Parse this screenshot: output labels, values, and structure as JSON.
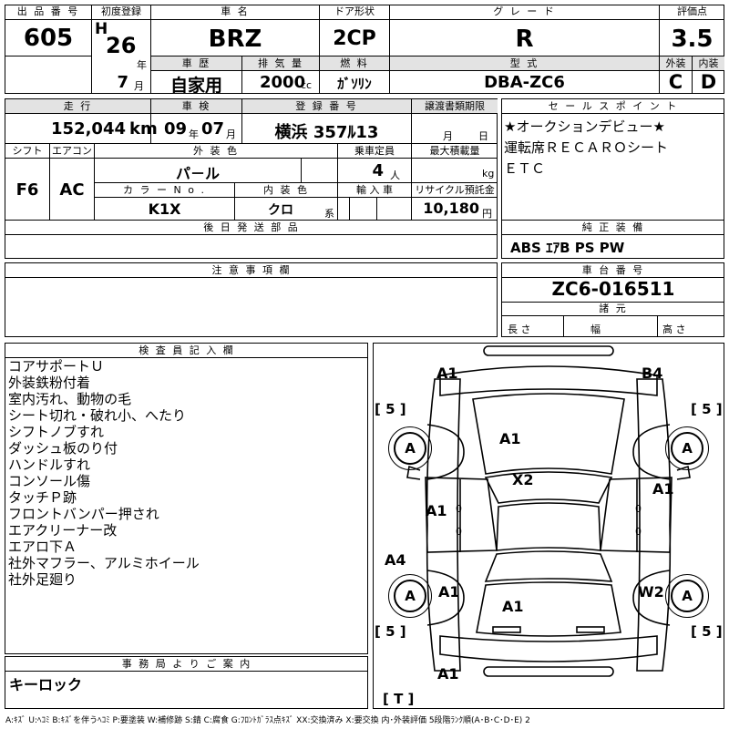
{
  "labels": {
    "lot_no": "出 品 番 号",
    "first_reg": "初度登録",
    "car_name": "車 名",
    "door": "ドア形状",
    "grade": "グ レ ー ド",
    "score": "評価点",
    "history": "車 歴",
    "displacement": "排 気 量",
    "fuel": "燃 料",
    "model_code": "型 式",
    "exterior": "外装",
    "interior": "内装",
    "mileage": "走 行",
    "inspection": "車 検",
    "registration": "登 録 番 号",
    "transfer_deadline": "譲渡書類期限",
    "sales_point": "セ ー ル ス ポ イ ン ト",
    "shift": "シフト",
    "aircon": "エアコン",
    "ext_color": "外 装 色",
    "capacity": "乗車定員",
    "max_load": "最大積載量",
    "color_no": "カ ラ ー N o .",
    "int_color": "内 装 色",
    "import": "輸 入 車",
    "recycle": "リサイクル預託金",
    "later_parts": "後 日 発 送 部 品",
    "genuine": "純 正 装 備",
    "caution": "注 意 事 項 欄",
    "chassis": "車 台 番 号",
    "dimensions": "諸 元",
    "length": "長 さ",
    "width": "幅",
    "height": "高 さ",
    "inspector": "検 査 員 記 入 欄",
    "office": "事 務 局 よ り ご 案 内"
  },
  "values": {
    "lot_no": "605",
    "era": "H",
    "year": "26",
    "year_unit": "年",
    "month": "7",
    "month_unit": "月",
    "car_name": "BRZ",
    "door": "2CP",
    "grade": "R",
    "score": "3.5",
    "history": "自家用",
    "displacement": "2000",
    "displacement_unit": "cc",
    "fuel": "ｶﾞｿﾘﾝ",
    "model_code": "DBA-ZC6",
    "exterior_grade": "C",
    "interior_grade": "D",
    "mileage": "152,044",
    "mileage_unit": "km",
    "inspection_year": "09",
    "inspection_year_unit": "年",
    "inspection_month": "07",
    "inspection_month_unit": "月",
    "registration": "横浜 357ﾙ13",
    "transfer_month_unit": "月",
    "transfer_day_unit": "日",
    "shift": "F6",
    "aircon": "AC",
    "ext_color": "パ－ル",
    "capacity": "4",
    "capacity_unit": "人",
    "max_load_unit": "kg",
    "color_no": "K1X",
    "int_color": "クロ",
    "int_color_unit": "系",
    "recycle": "10,180",
    "recycle_unit": "円",
    "chassis": "ZC6-016511"
  },
  "sales_points": [
    "★オークションデビュー★",
    "運転席ＲＥＣＡＲＯシート",
    "ＥＴＣ"
  ],
  "genuine_equipment": "ABS ｴｱB PS PW",
  "inspector_notes": [
    "コアサポートＵ",
    "外装鉄粉付着",
    "室内汚れ、動物の毛",
    "シート切れ・破れ小、へたり",
    "シフトノブすれ",
    "ダッシュ板のり付",
    "ハンドルすれ",
    "コンソール傷",
    "タッチＰ跡",
    "フロントバンパー押され",
    "エアクリーナー改",
    "エアロ下Ａ",
    "社外マフラー、アルミホイール",
    "社外足廻り"
  ],
  "office_note": "キーロック",
  "diagram": {
    "marks": {
      "front_left": "A1",
      "front_right": "B4",
      "hood": "A1",
      "roof": "X2",
      "left_front_door": "A1",
      "right_front_door": "A1",
      "left_rear": "A4",
      "left_rear_fender": "A1",
      "right_rear_fender": "W2",
      "trunk": "A1",
      "rear_bumper": "A1"
    },
    "door_zeros": [
      "0",
      "0",
      "0",
      "0"
    ],
    "wheels": [
      "A",
      "A",
      "A",
      "A"
    ],
    "tires": [
      "[ 5 ]",
      "[ 5 ]",
      "[ 5 ]",
      "[ 5 ]"
    ],
    "spare": "[ T ]"
  },
  "legend": "A:ｷｽﾞ U:ﾍｺﾐ B:ｷｽﾞを伴うﾍｺﾐ P:要塗装 W:補修跡 S:錆 C:腐食 G:ﾌﾛﾝﾄｶﾞﾗｽ点ｷｽﾞ XX:交換済み X:要交換 内･外装評価 5段階ﾗﾝｸ順(A･B･C･D･E) 2"
}
